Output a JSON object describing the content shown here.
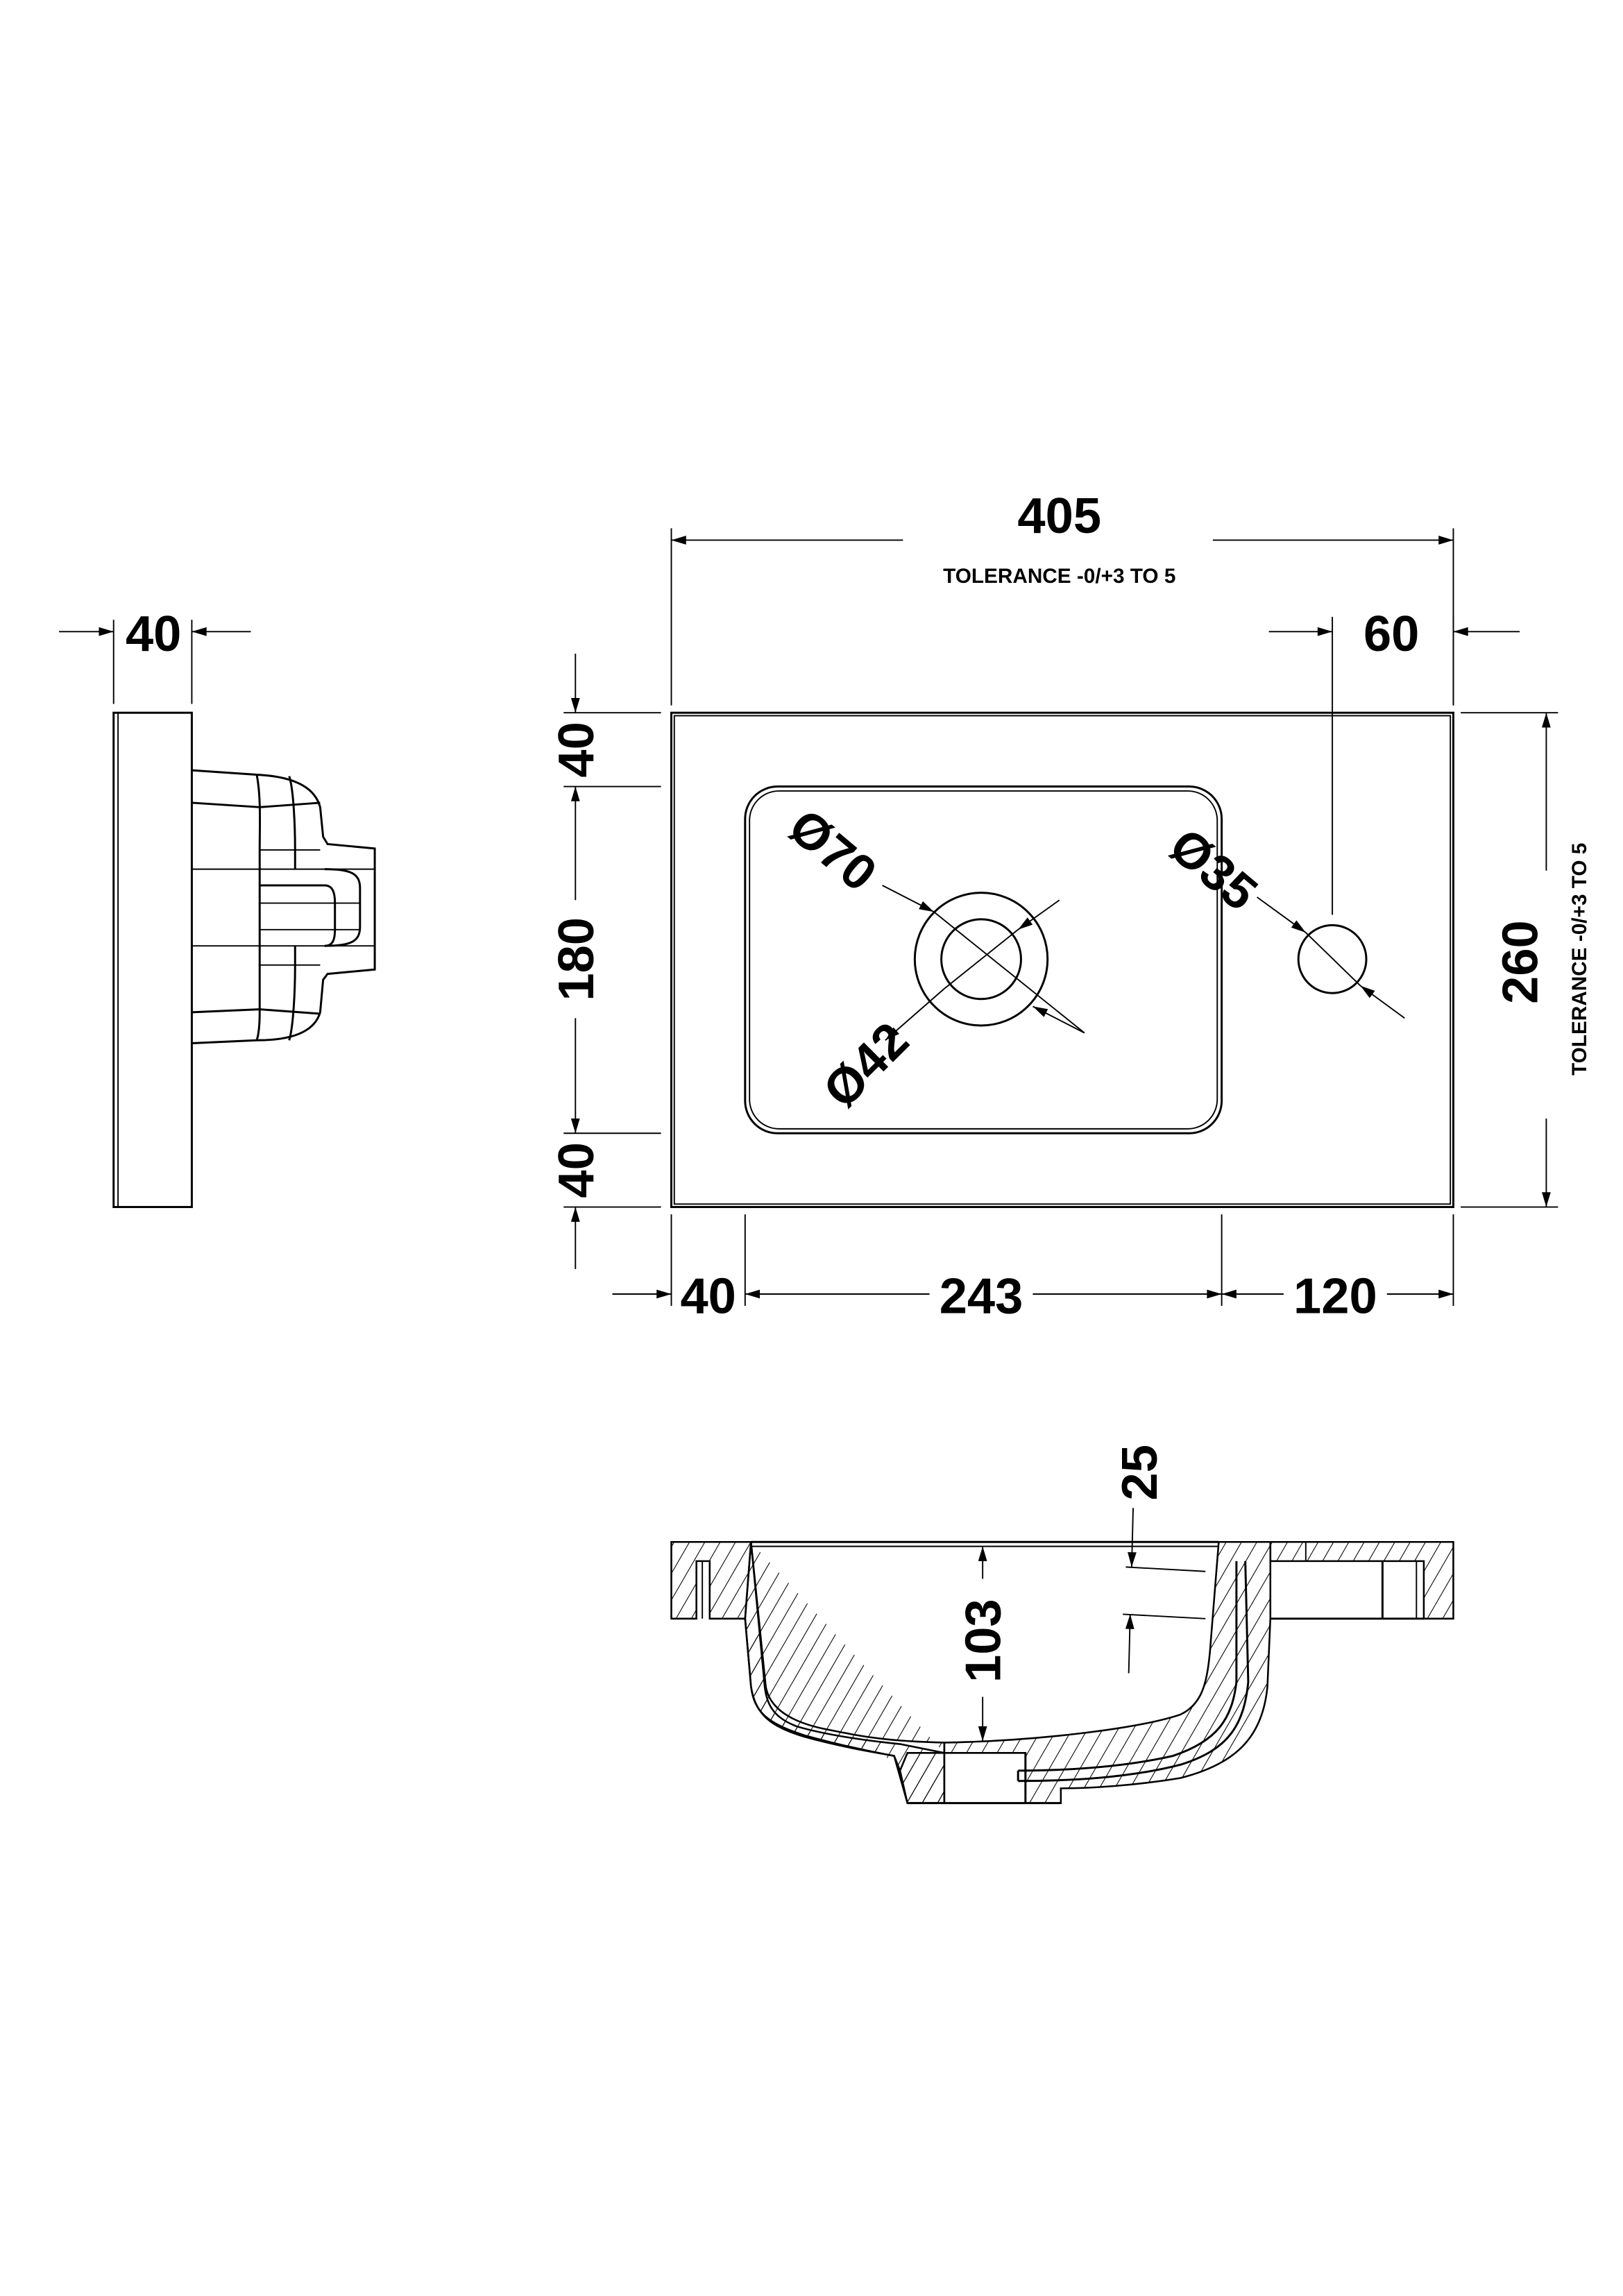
{
  "drawing": {
    "colors": {
      "line": "#000000",
      "background": "#ffffff"
    },
    "side_view": {
      "width_label": "40"
    },
    "plan_view": {
      "overall_width_label": "405",
      "overall_width_tolerance": "TOLERANCE -0/+3 TO 5",
      "tap_offset_label": "60",
      "overall_depth_label": "260",
      "overall_depth_tolerance": "TOLERANCE -0/+3 TO 5",
      "left_dims": {
        "top_margin": "40",
        "basin_depth": "180",
        "bottom_margin": "40"
      },
      "bottom_dims": {
        "left_margin": "40",
        "basin_width": "243",
        "right_margin": "120"
      },
      "waste_outer_diameter": "Ø70",
      "waste_inner_diameter": "Ø42",
      "tap_hole_diameter": "Ø35"
    },
    "section_view": {
      "basin_height_label": "103",
      "overflow_label": "25"
    }
  }
}
